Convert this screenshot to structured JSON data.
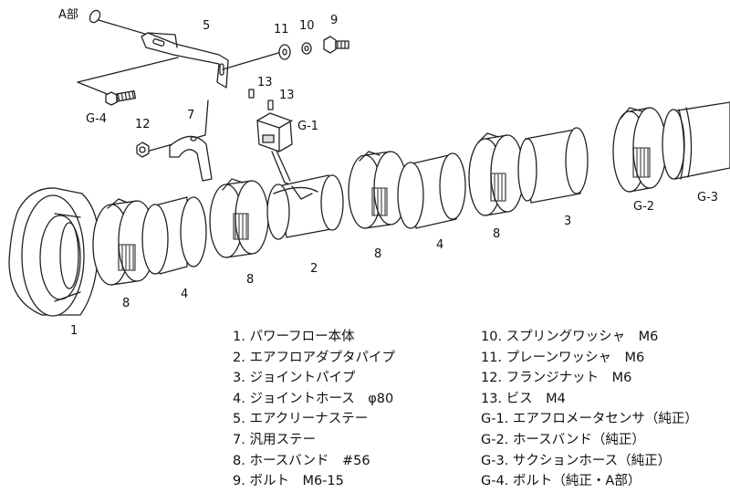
{
  "diagram": {
    "callouts": {
      "a_part": "A部",
      "p5": "5",
      "p11": "11",
      "p10": "10",
      "p9": "9",
      "p13a": "13",
      "p13b": "13",
      "g4": "G-4",
      "p12": "12",
      "p7": "7",
      "g1": "G-1",
      "p1": "1",
      "p8a": "8",
      "p4a": "4",
      "p8b": "8",
      "p2": "2",
      "p8c": "8",
      "p4b": "4",
      "p8d": "8",
      "p3": "3",
      "g2": "G-2",
      "g3": "G-3"
    }
  },
  "legend": {
    "left": [
      "1. パワーフロー本体",
      "2. エアフロアダプタパイプ",
      "3. ジョイントパイプ",
      "4. ジョイントホース　φ80",
      "5. エアクリーナステー",
      "7. 汎用ステー",
      "8. ホースバンド　#56",
      "9. ボルト　M6-15"
    ],
    "right": [
      "10. スプリングワッシャ　M6",
      "11. プレーンワッシャ　M6",
      "12. フランジナット　M6",
      "13. ビス　M4",
      "G-1. エアフロメータセンサ（純正）",
      "G-2. ホースバンド（純正）",
      "G-3. サクションホース（純正）",
      "G-4. ボルト（純正・A部）"
    ]
  }
}
